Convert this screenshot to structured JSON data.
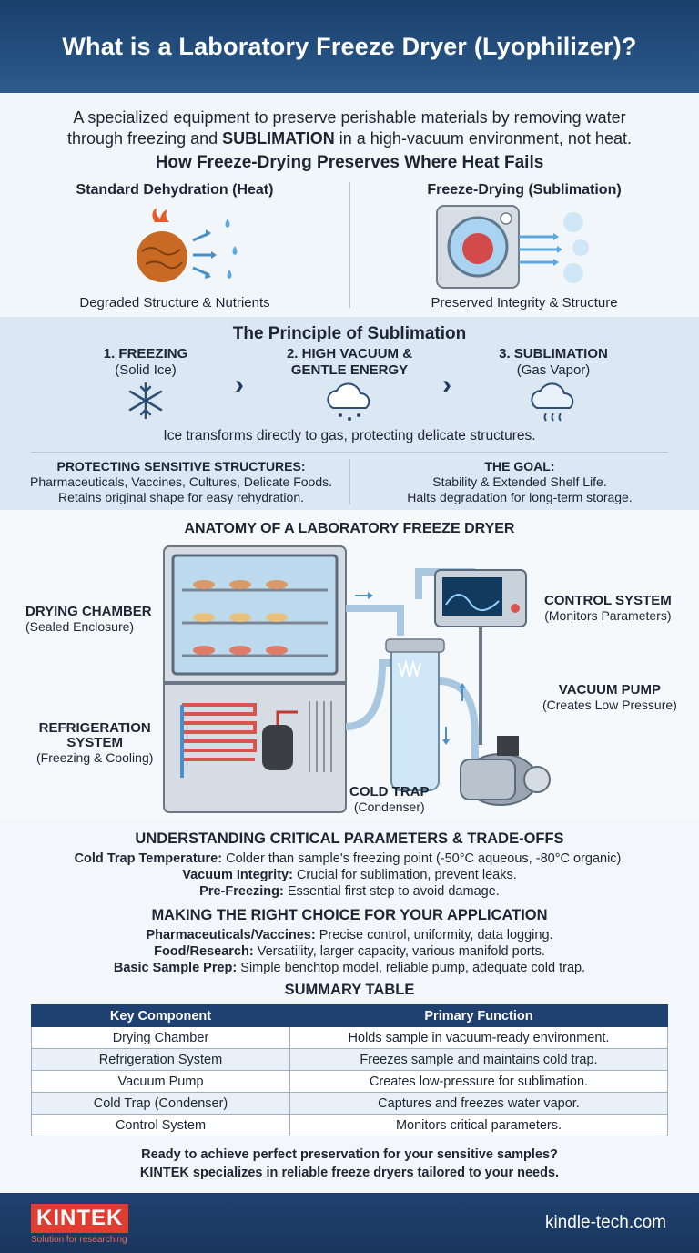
{
  "header": {
    "title": "What is a Laboratory Freeze Dryer (Lyophilizer)?"
  },
  "intro": {
    "line1": "A specialized equipment to preserve perishable materials by removing water",
    "line2_pre": "through freezing and ",
    "line2_bold": "SUBLIMATION",
    "line2_post": " in a high-vacuum environment, not heat."
  },
  "comparison": {
    "title": "How Freeze-Drying Preserves Where Heat Fails",
    "left": {
      "title": "Standard Dehydration (Heat)",
      "caption": "Degraded Structure & Nutrients"
    },
    "right": {
      "title": "Freeze-Drying (Sublimation)",
      "caption": "Preserved Integrity & Structure"
    }
  },
  "principle": {
    "title": "The Principle of Sublimation",
    "steps": [
      {
        "title": "1. FREEZING",
        "sub": "(Solid Ice)"
      },
      {
        "title": "2. HIGH VACUUM &",
        "sub": "GENTLE ENERGY"
      },
      {
        "title": "3. SUBLIMATION",
        "sub": "(Gas Vapor)"
      }
    ],
    "caption": "Ice transforms directly to gas, protecting delicate structures.",
    "protect": {
      "title": "PROTECTING SENSITIVE STRUCTURES:",
      "line1": "Pharmaceuticals, Vaccines, Cultures, Delicate Foods.",
      "line2": "Retains original shape for easy rehydration."
    },
    "goal": {
      "title": "THE GOAL:",
      "line1": "Stability & Extended Shelf Life.",
      "line2": "Halts degradation for long-term storage."
    }
  },
  "anatomy": {
    "title": "ANATOMY OF A LABORATORY FREEZE DRYER",
    "labels": {
      "chamber": {
        "title": "DRYING CHAMBER",
        "sub": "(Sealed Enclosure)"
      },
      "refrig": {
        "title1": "REFRIGERATION",
        "title2": "SYSTEM",
        "sub": "(Freezing & Cooling)"
      },
      "control": {
        "title": "CONTROL SYSTEM",
        "sub": "(Monitors Parameters)"
      },
      "pump": {
        "title": "VACUUM PUMP",
        "sub": "(Creates Low Pressure)"
      },
      "trap": {
        "title": "COLD TRAP",
        "sub": "(Condenser)"
      }
    }
  },
  "params": {
    "title": "UNDERSTANDING CRITICAL PARAMETERS & TRADE-OFFS",
    "items": [
      {
        "k": "Cold Trap Temperature:",
        "v": " Colder than sample's freezing point (-50°C aqueous, -80°C organic)."
      },
      {
        "k": "Vacuum Integrity:",
        "v": " Crucial for sublimation, prevent leaks."
      },
      {
        "k": "Pre-Freezing:",
        "v": " Essential first step to avoid damage."
      }
    ]
  },
  "choice": {
    "title": "MAKING THE RIGHT CHOICE FOR YOUR APPLICATION",
    "items": [
      {
        "k": "Pharmaceuticals/Vaccines:",
        "v": " Precise control, uniformity, data logging."
      },
      {
        "k": "Food/Research:",
        "v": " Versatility, larger capacity, various manifold ports."
      },
      {
        "k": "Basic Sample Prep:",
        "v": " Simple benchtop model, reliable pump, adequate cold trap."
      }
    ]
  },
  "summary": {
    "title": "SUMMARY TABLE",
    "headers": [
      "Key Component",
      "Primary Function"
    ],
    "rows": [
      [
        "Drying Chamber",
        "Holds sample in vacuum-ready environment."
      ],
      [
        "Refrigeration System",
        "Freezes sample and maintains cold trap."
      ],
      [
        "Vacuum Pump",
        "Creates low-pressure for sublimation."
      ],
      [
        "Cold Trap (Condenser)",
        "Captures and freezes water vapor."
      ],
      [
        "Control System",
        "Monitors critical parameters."
      ]
    ]
  },
  "cta": {
    "line1": "Ready to achieve perfect preservation for your sensitive samples?",
    "line2": "KINTEK specializes in reliable freeze dryers tailored to your needs."
  },
  "footer": {
    "brand": "KINTEK",
    "tagline": "Solution for researching",
    "site": "kindle-tech.com"
  },
  "colors": {
    "navy": "#1f4171",
    "accent_red": "#e23b30",
    "light_bg": "#dbe7f2"
  }
}
